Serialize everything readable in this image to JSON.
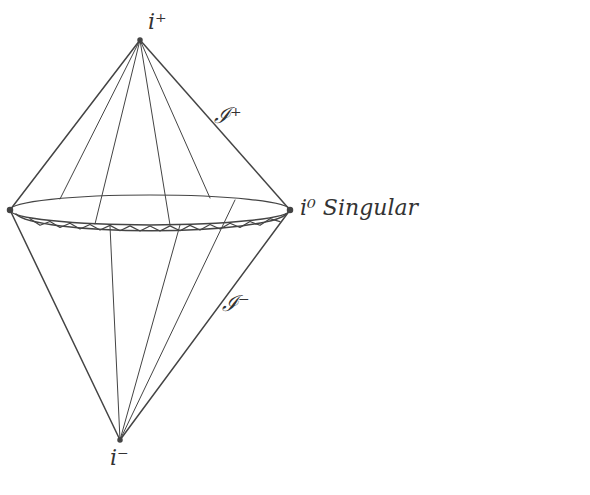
{
  "diagram": {
    "labels": [
      "i⁺",
      "ℐ⁺",
      "i⁰ Singular",
      "ℐ⁻",
      "i⁻"
    ]
  }
}
